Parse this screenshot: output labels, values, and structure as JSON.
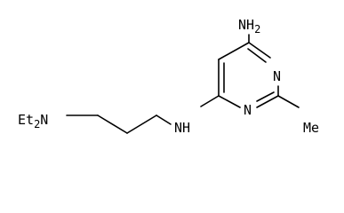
{
  "molecule": {
    "atoms": {
      "amine_top": {
        "main": "NH",
        "sub": "2"
      },
      "ring_n_upper": {
        "main": "N"
      },
      "ring_n_lower": {
        "main": "N"
      },
      "methyl": {
        "main": "Me"
      },
      "linker_nh": {
        "main": "NH"
      },
      "diethylamino": {
        "main": "Et",
        "sub": "2",
        "suffix": "N"
      }
    }
  }
}
